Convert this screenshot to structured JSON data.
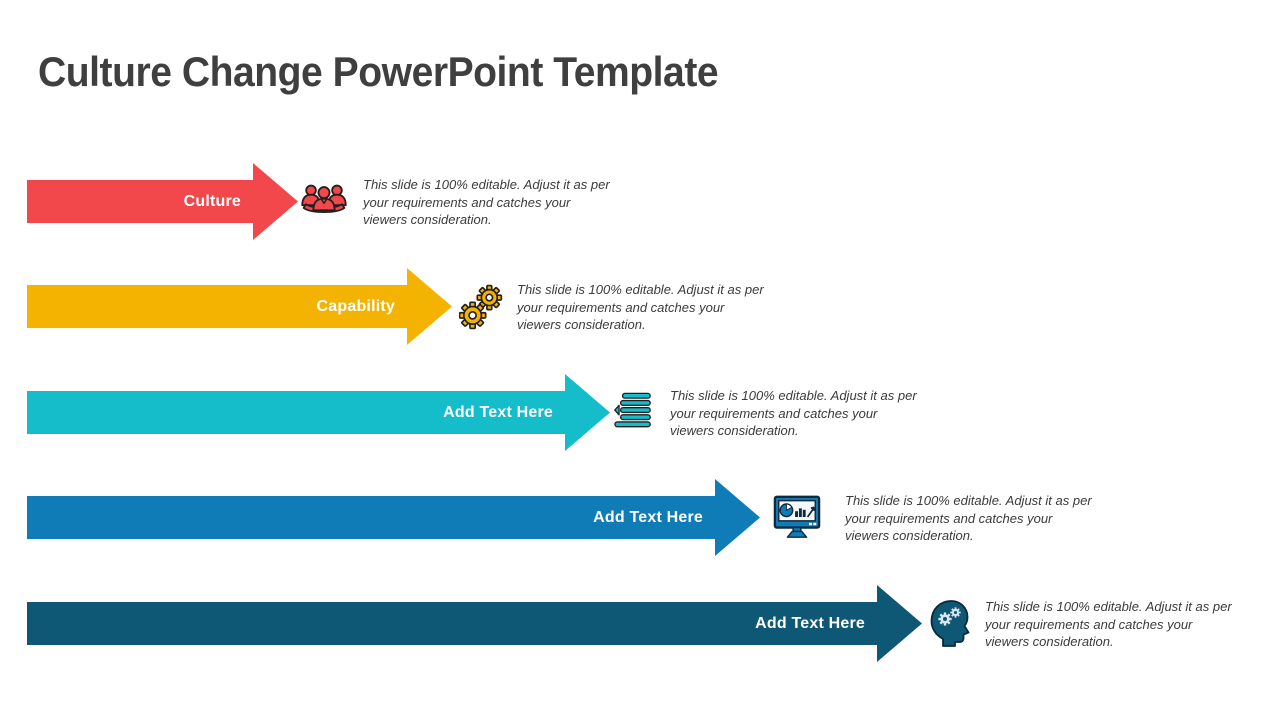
{
  "slide": {
    "title": "Culture Change PowerPoint Template",
    "rows": [
      {
        "label": "Culture",
        "color": "#F2484B",
        "icon": "team-people-icon",
        "lines": [
          "This slide is 100%  editable. Adjust it as per",
          "your requirements and catches your",
          "viewers consideration."
        ]
      },
      {
        "label": "Capability",
        "color": "#F5B301",
        "icon": "gears-icon",
        "lines": [
          "This slide is 100%  editable. Adjust it as per",
          "your requirements and catches your",
          "viewers consideration."
        ]
      },
      {
        "label": "Add Text Here",
        "color": "#14BDC9",
        "icon": "text-list-icon",
        "lines": [
          "This slide is 100%  editable. Adjust it as per",
          "your requirements and catches your",
          "viewers consideration."
        ]
      },
      {
        "label": "Add Text Here",
        "color": "#0F7CB8",
        "icon": "analytics-monitor-icon",
        "lines": [
          "This slide is 100%  editable. Adjust it as per",
          "your requirements and catches your",
          "viewers consideration."
        ]
      },
      {
        "label": "Add Text Here",
        "color": "#0E5876",
        "icon": "mind-gears-icon",
        "lines": [
          "This slide is 100%  editable. Adjust it as per",
          "your requirements and catches your",
          "viewers consideration."
        ]
      }
    ]
  }
}
